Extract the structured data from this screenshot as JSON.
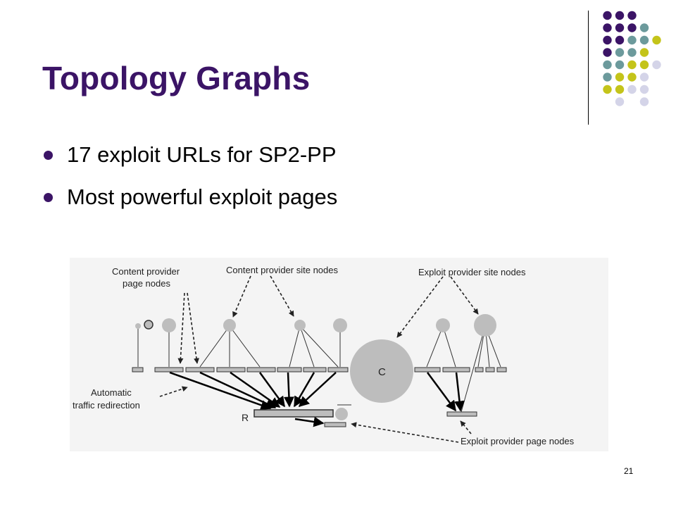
{
  "slide": {
    "title": "Topology Graphs",
    "bullets": [
      "17 exploit URLs for SP2-PP",
      "Most powerful exploit pages"
    ],
    "page_number": "21"
  },
  "theme_colors": {
    "purple": "#3b1466",
    "teal": "#6c9a9c",
    "yellow": "#c4c41a",
    "lavender": "#d4d4e8"
  },
  "diagram": {
    "labels": {
      "content_page_nodes_line1": "Content provider",
      "content_page_nodes_line2": "page nodes",
      "content_site_nodes": "Content provider site nodes",
      "exploit_site_nodes": "Exploit provider site nodes",
      "auto_redirect_line1": "Automatic",
      "auto_redirect_line2": "traffic redirection",
      "exploit_page_nodes": "Exploit provider page nodes",
      "node_c": "C",
      "node_r": "R"
    }
  }
}
